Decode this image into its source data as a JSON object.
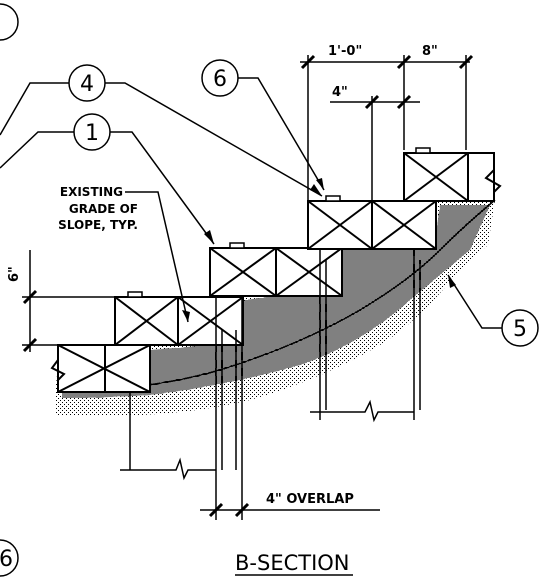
{
  "drawing": {
    "title": "B-SECTION",
    "callouts": [
      {
        "id": "callout-4",
        "number": "4"
      },
      {
        "id": "callout-6-top",
        "number": "6"
      },
      {
        "id": "callout-1",
        "number": "1"
      },
      {
        "id": "callout-5",
        "number": "5"
      },
      {
        "id": "callout-6-bottom",
        "number": "6"
      },
      {
        "id": "callout-top-left",
        "number": ""
      }
    ],
    "dimensions": {
      "tread": "1'-0\"",
      "nosing": "8\"",
      "step_offset": "4\"",
      "riser": "6\"",
      "overlap": "4\" OVERLAP"
    },
    "note_lines": [
      "EXISTING",
      "GRADE OF",
      "SLOPE, TYP."
    ]
  }
}
